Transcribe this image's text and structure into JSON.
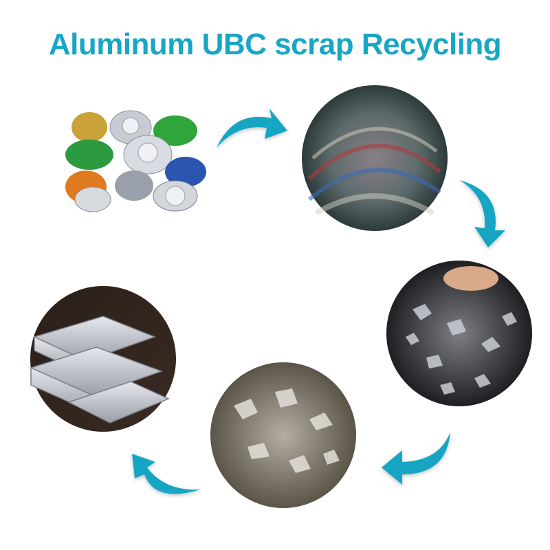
{
  "title": "Aluminum UBC scrap Recycling",
  "accent_color": "#18a6c4",
  "steps": [
    {
      "icon": "used-beverage-cans-image"
    },
    {
      "icon": "baled-cans-image"
    },
    {
      "icon": "shredded-cans-image"
    },
    {
      "icon": "aluminum-chips-image"
    },
    {
      "icon": "aluminum-ingots-image"
    }
  ]
}
